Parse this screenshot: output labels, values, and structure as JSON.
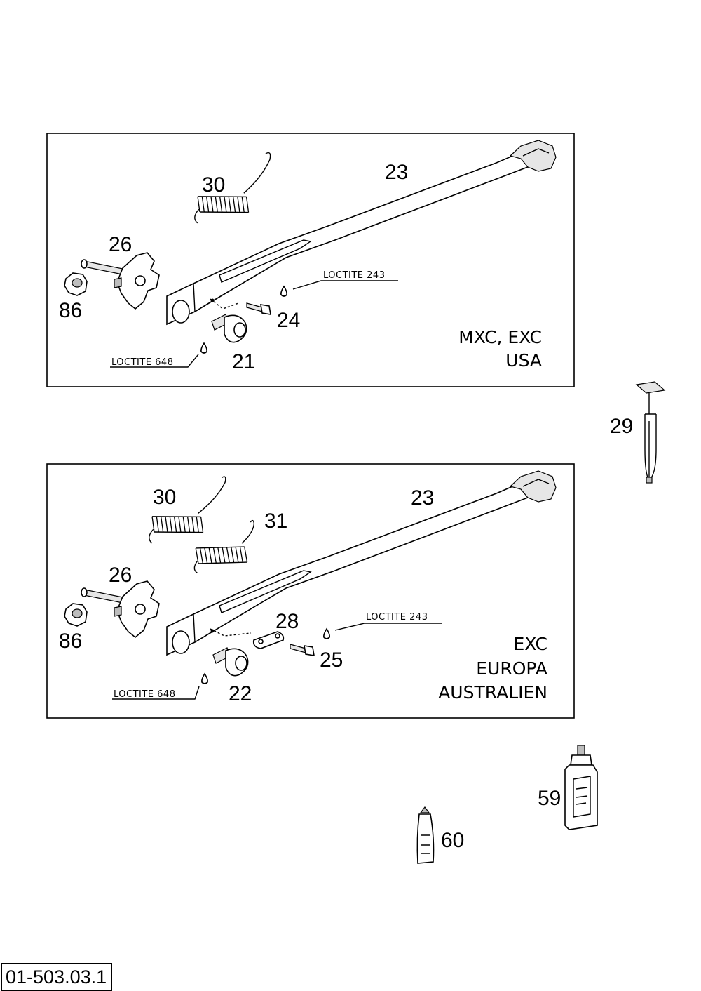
{
  "page_code": "01-503.03.1",
  "panel_top": {
    "labels": {
      "spring": "30",
      "stand": "23",
      "bracket": "26",
      "nut": "86",
      "screw": "24",
      "foot": "21",
      "loctite_a": "LOCTITE 243",
      "loctite_b": "LOCTITE 648"
    },
    "models": [
      "MXC, EXC",
      "USA"
    ]
  },
  "panel_bottom": {
    "labels": {
      "spring_a": "30",
      "spring_b": "31",
      "stand": "23",
      "bracket": "26",
      "nut": "86",
      "plate": "28",
      "screw": "25",
      "foot": "22",
      "loctite_a": "LOCTITE 243",
      "loctite_b": "LOCTITE 648"
    },
    "models": [
      "EXC",
      "EUROPA",
      "AUSTRALIEN"
    ]
  },
  "extras": {
    "tool": "29",
    "bottle": "59",
    "tube": "60"
  }
}
